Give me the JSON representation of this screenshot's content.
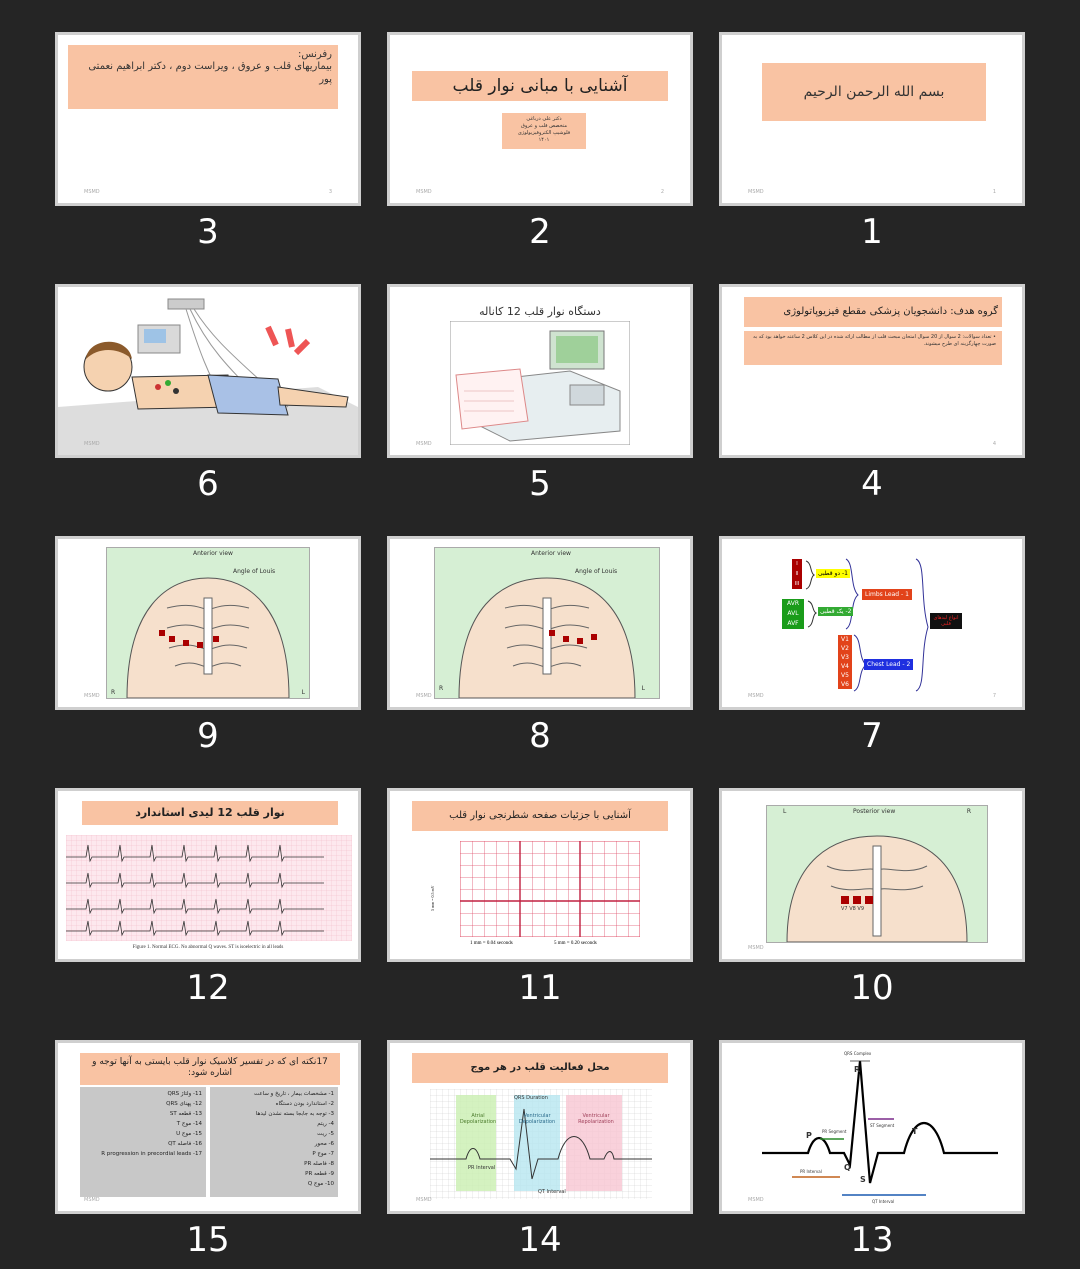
{
  "slides": [
    {
      "number": "3",
      "title": "رفرنس:",
      "body": "بیماریهای قلب و عروق ، ویراست دوم ، دکتر ابراهیم نعمتی پور"
    },
    {
      "number": "2",
      "title": "آشنایی با مبانی نوار قلب",
      "body": "دکتر علی درباغی\nمتخصص قلب و عروق\nفلوشیپ الکتروفیزیولوژی\n۱۴۰۱"
    },
    {
      "number": "1",
      "title": "بسم الله الرحمن الرحیم"
    },
    {
      "number": "6"
    },
    {
      "number": "5",
      "title": "دستگاه نوار قلب 12 کاناله"
    },
    {
      "number": "4",
      "title": "گروه هدف: دانشجویان پزشکی مقطع فیزیوپاتولوژی",
      "body": "• تعداد سوالات: 2 سوال از 20 سوال امتحان مبحث قلب از مطالب ارائه شده در این کلاس 2 ساعته خواهد بود که به صورت چهارگزینه ای طرح میشوند."
    },
    {
      "number": "9",
      "view": "Anterior view",
      "angle": "Angle of Louis",
      "r": "R",
      "l": "L"
    },
    {
      "number": "8",
      "view": "Anterior view",
      "angle": "Angle of Louis",
      "r": "R",
      "l": "L"
    },
    {
      "number": "7",
      "limb": "Limbs Lead - 1",
      "chest": "Chest Lead - 2",
      "bipolar": "1- دو قطبی",
      "unipolar": "2- یک قطبی",
      "types": "انواع لیدهای قلبی",
      "roman": [
        "I",
        "II",
        "III"
      ],
      "aug": [
        "AVR",
        "AVL",
        "AVF"
      ],
      "v": [
        "V1",
        "V2",
        "V3",
        "V4",
        "V5",
        "V6"
      ]
    },
    {
      "number": "12",
      "title": "نوار قلب 12 لیدی استاندارد",
      "caption": "Figure 1. Normal ECG. No abnormal Q waves. ST is isoelectric in all leads"
    },
    {
      "number": "11",
      "title": "آشنایی با جزئیات صفحه شطرنجی نوار قلب",
      "ylabel": "5 mm = 0.5 mV",
      "x1": "1 mm = 0.04 seconds",
      "x2": "5 mm = 0.20 seconds"
    },
    {
      "number": "10",
      "view": "Posterior view",
      "l": "L",
      "r": "R",
      "v": [
        "V7",
        "V8",
        "V9"
      ]
    },
    {
      "number": "15",
      "title": "17نکته ای که در تفسیر کلاسیک نوار قلب بایستی به آنها توجه و اشاره شود:",
      "right": [
        "1- مشخصات بیمار ، تاریخ و ساعت",
        "2- استاندارد بودن دستگاه",
        "3- توجه به جابجا بسته نشدن لیدها",
        "4- ریتم",
        "5- ریت",
        "6- محور",
        "7- موج P",
        "8- فاصله PR",
        "9- قطعه PR",
        "10- موج Q"
      ],
      "left": [
        "11- ولتاژ QRS",
        "12- پهنای QRS",
        "13- قطعه ST",
        "14- موج T",
        "15- موج U",
        "16- فاصله QT",
        "17- R progression in precordial leads"
      ]
    },
    {
      "number": "14",
      "title": "محل فعالیت قلب در هر موج",
      "atrial": "Atrial Depolarization",
      "vdep": "Ventricular Depolarization",
      "vrep": "Ventricular Repolarization",
      "qrs": "QRS Duration",
      "pr": "PR Interval",
      "qt": "QT Interval"
    },
    {
      "number": "13",
      "complex": "QRS Complex",
      "pr_seg": "PR Segment",
      "st_seg": "ST Segment",
      "pr_int": "PR Interval",
      "qt_int": "QT Interval",
      "labels": {
        "p": "P",
        "q": "Q",
        "r": "R",
        "s": "S",
        "t": "T"
      }
    }
  ]
}
